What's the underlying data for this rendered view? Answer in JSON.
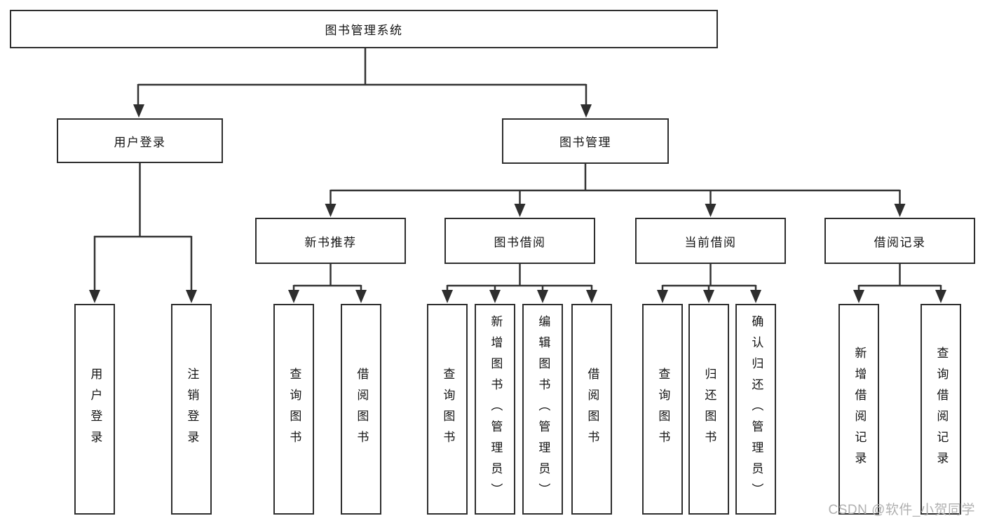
{
  "diagram": {
    "root": {
      "label": "图书管理系统"
    },
    "level2": [
      {
        "label": "用户登录"
      },
      {
        "label": "图书管理"
      }
    ],
    "level3": [
      {
        "label": "新书推荐"
      },
      {
        "label": "图书借阅"
      },
      {
        "label": "当前借阅"
      },
      {
        "label": "借阅记录"
      }
    ],
    "leaves": {
      "user_login_group": [
        {
          "label": "用户登录"
        },
        {
          "label": "注销登录"
        }
      ],
      "new_book_group": [
        {
          "label": "查询图书"
        },
        {
          "label": "借阅图书"
        }
      ],
      "book_borrow_group": [
        {
          "label": "查询图书"
        },
        {
          "label": "新增图书（管理员）"
        },
        {
          "label": "编辑图书（管理员）"
        },
        {
          "label": "借阅图书"
        }
      ],
      "current_borrow_group": [
        {
          "label": "查询图书"
        },
        {
          "label": "归还图书"
        },
        {
          "label": "确认归还（管理员）"
        }
      ],
      "borrow_record_group": [
        {
          "label": "新增借阅记录"
        },
        {
          "label": "查询借阅记录"
        }
      ]
    }
  },
  "watermark": {
    "text": "CSDN @软件_小贺同学"
  },
  "colors": {
    "line": "#333333",
    "border": "#2e2e2e",
    "text": "#141414",
    "background": "#ffffff",
    "watermark": "#b0b0b0"
  }
}
